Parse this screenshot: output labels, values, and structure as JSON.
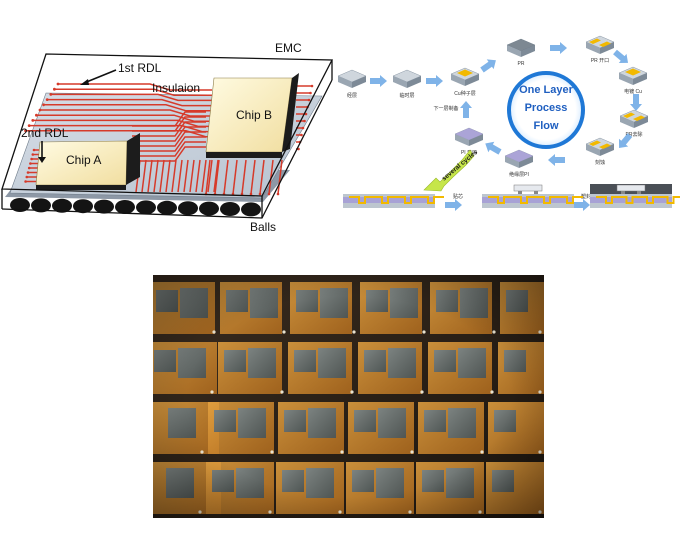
{
  "package_diagram": {
    "labels": {
      "emc": "EMC",
      "first_rdl": "1st RDL",
      "insulation": "Insulaion",
      "second_rdl": "2nd RDL",
      "chip_a": "Chip A",
      "chip_b": "Chip B",
      "balls": "Balls"
    },
    "colors": {
      "chip_face": "#f8edbf",
      "trace": "#d63a2a",
      "insulation": "#c9d2dd"
    }
  },
  "process_flow": {
    "center_title_1": "One Layer",
    "center_title_2": "Process",
    "center_title_3": "Flow",
    "cycle_label": "several cycles",
    "steps": [
      "经层",
      "临时层",
      "Cu种子层",
      "PR",
      "PR 开口",
      "电镀 Cu",
      "PR去除",
      "刻蚀",
      "绝缘层PI",
      "PI 开口",
      "下一层制备"
    ],
    "bottom_steps": [
      "贴芯",
      "塑封"
    ],
    "colors": {
      "ring": "#1f78d6",
      "arrow": "#7fb3e8",
      "cu": "#f2b900",
      "pi": "#a59bd6",
      "cycle_arrow": "#c6e64a"
    }
  },
  "photo": {
    "description_colors": {
      "substrate": "#2a2118",
      "pad_orange": "#d08a2a",
      "die_gray": "#6b7070"
    }
  }
}
